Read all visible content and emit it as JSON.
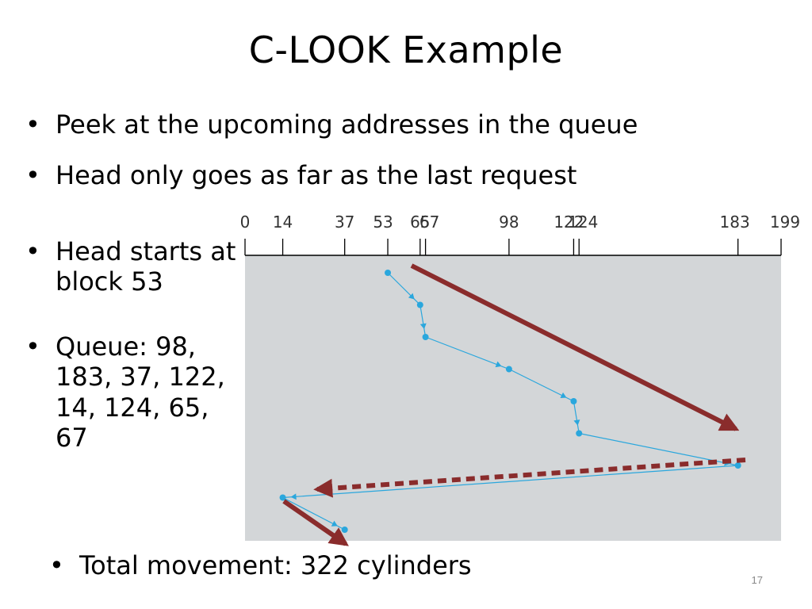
{
  "slide": {
    "title": "C-LOOK Example",
    "bullets": [
      "Peek at the upcoming addresses in the queue",
      "Head only goes as far as the last request"
    ],
    "side_bullets": [
      "Head starts at block 53",
      "Queue: 98, 183, 37, 122, 14, 124, 65, 67"
    ],
    "bottom_bullet": "Total movement: 322 cylinders",
    "page_number": "17",
    "bullet_symbol": "•"
  },
  "diagram": {
    "axis_ticks": [
      "0",
      "14",
      "37",
      "53",
      "65",
      "67",
      "98",
      "122",
      "124",
      "183",
      "199"
    ],
    "cylinder_range": [
      0,
      199
    ],
    "head_path": [
      53,
      65,
      67,
      98,
      122,
      124,
      183,
      14,
      37
    ],
    "colors": {
      "panel": "#d3d6d8",
      "path": "#2aa7dd",
      "arrow": "#8a2c2c",
      "axis": "#000000"
    }
  }
}
